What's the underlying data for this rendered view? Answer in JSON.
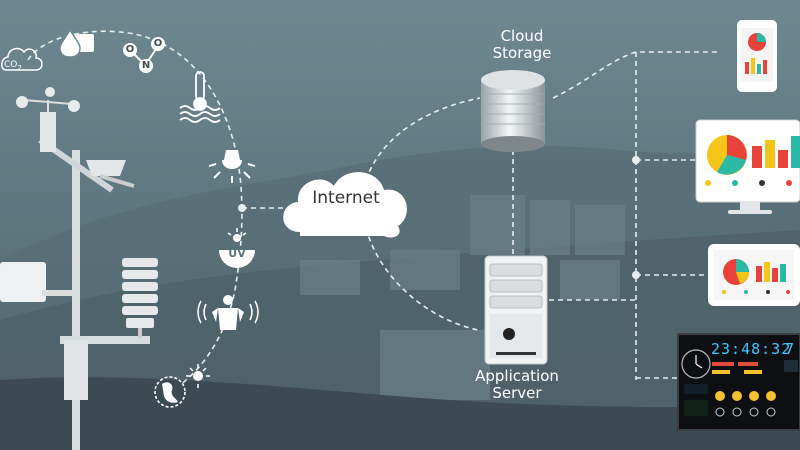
{
  "labels": {
    "cloud_storage": "Cloud\nStorage",
    "internet": "Internet",
    "application_server": "Application\nServer"
  },
  "sensors": {
    "co2": "CO",
    "co2_sub": "2",
    "no2_atoms": [
      "O",
      "N",
      "O"
    ],
    "uv": "UV"
  },
  "display": {
    "time": "23:48:32",
    "extra": "7"
  },
  "icons": [
    "cloud-co2-icon",
    "water-drop-icon",
    "no2-molecule-icon",
    "water-temperature-icon",
    "light-bulb-icon",
    "uv-icon",
    "seismic-icon",
    "globe-sun-icon",
    "weather-station-icon",
    "cloud-storage-icon",
    "server-icon",
    "smartphone-icon",
    "monitor-icon",
    "tablet-icon",
    "weather-display-icon"
  ],
  "colors": {
    "dashed_line": "#e6eef0",
    "chart_red": "#e8433a",
    "chart_yellow": "#f5c518",
    "chart_teal": "#2bb9a6",
    "display_blue": "#3fc6ff"
  }
}
